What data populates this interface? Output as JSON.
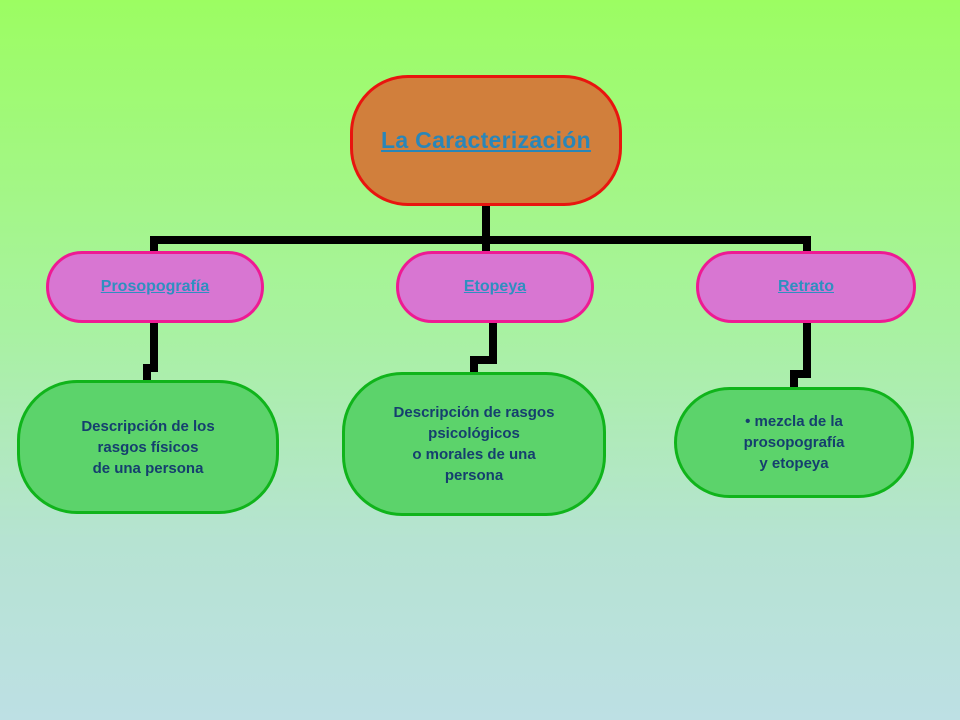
{
  "diagram": {
    "root": {
      "label": "La Caracterización"
    },
    "categories": [
      {
        "label": "Prosopografía",
        "description": "Descripción de los\nrasgos físicos\n de una persona"
      },
      {
        "label": "Etopeya",
        "description": "Descripción de rasgos\npsicológicos\no morales de una\npersona"
      },
      {
        "label": "Retrato",
        "description": "• mezcla de la\nprosopografía\ny etopeya"
      }
    ]
  },
  "colors": {
    "root_fill": "#d17f3c",
    "root_border": "#e8150f",
    "category_fill": "#d876d2",
    "category_border": "#ee1a93",
    "leaf_fill": "#5cd36b",
    "leaf_border": "#10b41b",
    "link_text": "#2f8fc0",
    "leaf_text": "#153f6e",
    "connector": "#000000"
  }
}
